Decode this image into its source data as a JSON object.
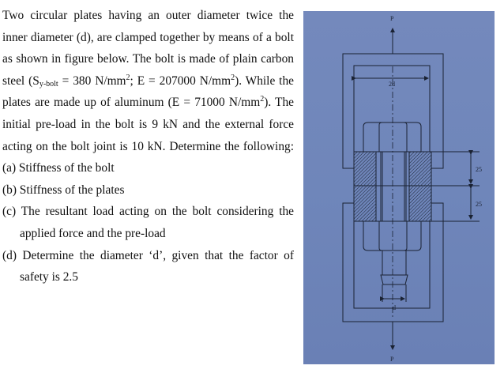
{
  "problem": {
    "line1": "Two circular plates having an outer diameter twice the",
    "line2": "inner diameter (d), are clamped together by means of a bolt",
    "line3": "as shown in figure below. The bolt is made of plain carbon",
    "line4": {
      "a": "steel (S",
      "sub": "y-bolt",
      "b": " = 380 N/mm",
      "sup1": "2",
      "c": "; E = 207000 N/mm",
      "sup2": "2",
      "d": "). While the"
    },
    "line5": {
      "a": "plates are made up of aluminum (E = 71000 N/mm",
      "sup": "2",
      "b": "). The"
    },
    "line6": "initial pre-load in the bolt is 9 kN and the external force",
    "line7": "acting on the bolt joint is 10 kN. Determine the following:",
    "items": [
      {
        "text": "(a) Stiffness of the bolt"
      },
      {
        "text": "(b) Stiffness of the plates"
      },
      {
        "text": "(c) The resultant load acting on the bolt considering the",
        "cont": "applied force and the pre-load"
      },
      {
        "text": "(d) Determine the diameter ‘d’, given that the factor of",
        "cont": "safety is 2.5"
      }
    ]
  },
  "figure": {
    "load_top": "P",
    "load_bottom": "P",
    "outer_dim": "2d",
    "bolt_dim": "d",
    "plate_top_thickness": "25",
    "plate_bottom_thickness": "25",
    "background_color": "#7088bb",
    "line_color": "#1a2233"
  }
}
